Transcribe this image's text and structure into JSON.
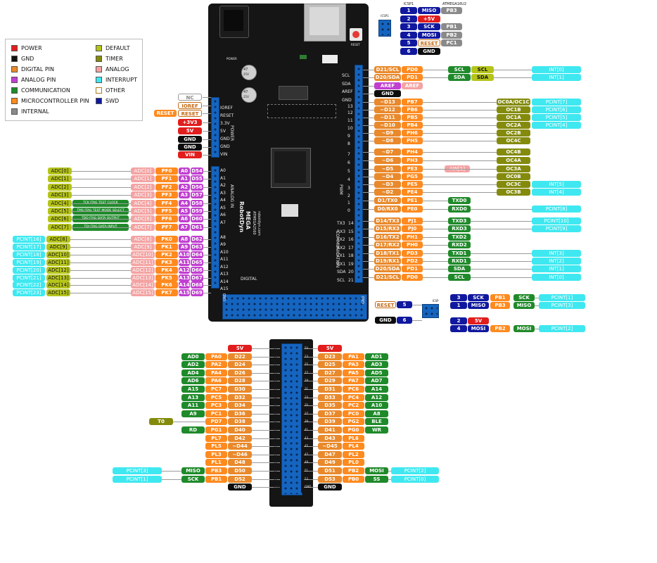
{
  "legend": [
    {
      "label": "POWER",
      "color": "#e11d1d",
      "col": 0,
      "row": 0
    },
    {
      "label": "DEFAULT",
      "color": "#b5c41b",
      "col": 1,
      "row": 0
    },
    {
      "label": "GND",
      "color": "#111111",
      "col": 0,
      "row": 1
    },
    {
      "label": "TIMER",
      "color": "#848b0c",
      "col": 1,
      "row": 1
    },
    {
      "label": "DIGITAL PIN",
      "color": "#e9892b",
      "col": 0,
      "row": 2
    },
    {
      "label": "ANALOG",
      "color": "#f4a3a3",
      "col": 1,
      "row": 2
    },
    {
      "label": "ANALOG PIN",
      "color": "#c03fd0",
      "col": 0,
      "row": 3
    },
    {
      "label": "INTERRUPT",
      "color": "#3fe8f0",
      "col": 1,
      "row": 3
    },
    {
      "label": "COMMUNICATION",
      "color": "#1f8a2a",
      "col": 0,
      "row": 4
    },
    {
      "label": "OTHER",
      "color": "#ffffff",
      "col": 1,
      "row": 4
    },
    {
      "label": "MICROCONTROLLER PIN",
      "color": "#ff8a1e",
      "col": 0,
      "row": 5
    },
    {
      "label": "SWD",
      "color": "#10189e",
      "col": 1,
      "row": 5
    },
    {
      "label": "INTERNAL",
      "color": "#8a8a8a",
      "col": 0,
      "row": 6
    }
  ],
  "board_labels": {
    "power": "POWER",
    "analog_in": "ANALOG IN",
    "pwm": "PWM",
    "communication": "COMMUNICATION",
    "digital": "DIGITAL",
    "brand": "RobotDyn",
    "model": "MEGA",
    "model2": "ATMEGA2560",
    "site": "robotdyn.com",
    "gnd1": "GND",
    "gnd2": "GND",
    "cap1": "47\n25V",
    "cap2": "47\n25V",
    "reset_lbl": "RESET",
    "icsp1": "ICSP1",
    "atmega16u2": "ATMEGA16U2",
    "icsp_small": "ICSP",
    "power_side": "POWER"
  },
  "board_pins_power": [
    "IOREF",
    "RESET",
    "3.3V",
    "5V",
    "GND",
    "GND",
    "VIN"
  ],
  "board_pins_analog": [
    "A0",
    "A1",
    "A2",
    "A3",
    "A4",
    "A5",
    "A6",
    "A7",
    "",
    "A8",
    "A9",
    "A10",
    "A11",
    "A12",
    "A13",
    "A14",
    "A15"
  ],
  "board_pins_right_top": [
    "SCL",
    "SDA",
    "AREF",
    "GND",
    "13",
    "12",
    "11",
    "10",
    "9",
    "8",
    "",
    "7",
    "6",
    "5",
    "4",
    "3",
    "2",
    "1",
    "0"
  ],
  "board_pins_right_comm": [
    "TX3",
    "RX3",
    "TX2",
    "RX2",
    "TX1",
    "RX1",
    "SDA",
    "SCL"
  ],
  "board_pins_right_comm_nums": [
    "14",
    "15",
    "16",
    "17",
    "18",
    "19",
    "20",
    "21"
  ],
  "icsp1_rows": [
    {
      "n": "1",
      "pin": "MISO",
      "port": "PB3"
    },
    {
      "n": "2",
      "pin": "+5V",
      "port": ""
    },
    {
      "n": "3",
      "pin": "SCK",
      "port": "PB1"
    },
    {
      "n": "4",
      "pin": "MOSI",
      "port": "PB2"
    },
    {
      "n": "5",
      "pin": "RESET",
      "port": "PC1"
    },
    {
      "n": "6",
      "pin": "GND",
      "port": ""
    }
  ],
  "left_power": [
    "NC",
    "IOREF",
    "RESET",
    "+3V3",
    "5V",
    "GND",
    "GND",
    "VIN"
  ],
  "left_reset_extra": "RESET",
  "left_analog": [
    {
      "adc": "ADC[0]",
      "adc2": "ADC[0]",
      "port": "PF0",
      "a": "A0",
      "d": "D54",
      "jtag": ""
    },
    {
      "adc": "ADC[1]",
      "adc2": "ADC[1]",
      "port": "PF1",
      "a": "A1",
      "d": "D55",
      "jtag": ""
    },
    {
      "adc": "ADC[2]",
      "adc2": "ADC[2]",
      "port": "PF2",
      "a": "A2",
      "d": "D56",
      "jtag": ""
    },
    {
      "adc": "ADC[3]",
      "adc2": "ADC[3]",
      "port": "PF3",
      "a": "A3",
      "d": "D57",
      "jtag": ""
    },
    {
      "adc": "ADC[4]",
      "adc2": "ADC[4]",
      "port": "PF4",
      "a": "A4",
      "d": "D58",
      "jtag": "TCK JTAG TEST CLOCK"
    },
    {
      "adc": "ADC[5]",
      "adc2": "ADC[5]",
      "port": "PF5",
      "a": "A5",
      "d": "D59",
      "jtag": "TMS JTAG TEST MODE SELECT"
    },
    {
      "adc": "ADC[6]",
      "adc2": "ADC[6]",
      "port": "PF6",
      "a": "A6",
      "d": "D60",
      "jtag": "TDO JTAG DATA OUTPUT"
    },
    {
      "adc": "ADC[7]",
      "adc2": "ADC[7]",
      "port": "PF7",
      "a": "A7",
      "d": "D61",
      "jtag": "TDI JTAG DATA INPUT"
    }
  ],
  "left_analog2": [
    {
      "pcint": "PCINT[16]",
      "adc": "ADC[8]",
      "adc2": "ADC[8]",
      "port": "PK0",
      "a": "A8",
      "d": "D62"
    },
    {
      "pcint": "PCINT[17]",
      "adc": "ADC[9]",
      "adc2": "ADC[9]",
      "port": "PK1",
      "a": "A9",
      "d": "D63"
    },
    {
      "pcint": "PCINT[18]",
      "adc": "ADC[10]",
      "adc2": "ADC[10]",
      "port": "PK2",
      "a": "A10",
      "d": "D64"
    },
    {
      "pcint": "PCINT[19]",
      "adc": "ADC[11]",
      "adc2": "ADC[11]",
      "port": "PK3",
      "a": "A11",
      "d": "D65"
    },
    {
      "pcint": "PCINT[20]",
      "adc": "ADC[12]",
      "adc2": "ADC[12]",
      "port": "PK4",
      "a": "A12",
      "d": "D66"
    },
    {
      "pcint": "PCINT[21]",
      "adc": "ADC[13]",
      "adc2": "ADC[13]",
      "port": "PK5",
      "a": "A13",
      "d": "D67"
    },
    {
      "pcint": "PCINT[22]",
      "adc": "ADC[14]",
      "adc2": "ADC[14]",
      "port": "PK6",
      "a": "A14",
      "d": "D68"
    },
    {
      "pcint": "PCINT[23]",
      "adc": "ADC[15]",
      "adc2": "ADC[15]",
      "port": "PK7",
      "a": "A15",
      "d": "D69"
    }
  ],
  "right_top": [
    {
      "d": "D21/SCL",
      "port": "PD0",
      "c1": "SCL",
      "c2": "SCL",
      "int": "INT[0]"
    },
    {
      "d": "D20/SDA",
      "port": "PD1",
      "c1": "SDA",
      "c2": "SDA",
      "int": "INT[1]"
    }
  ],
  "aref": [
    "AREF",
    "AREF"
  ],
  "gnd_right": "GND",
  "right_pwm": [
    {
      "d": "~D13",
      "port": "PB7",
      "timer": "OC0A/OC1C",
      "int": "PCINT[7]",
      "ain": ""
    },
    {
      "d": "~D12",
      "port": "PB6",
      "timer": "OC1B",
      "int": "PCINT[6]",
      "ain": ""
    },
    {
      "d": "~D11",
      "port": "PB5",
      "timer": "OC1A",
      "int": "PCINT[5]",
      "ain": ""
    },
    {
      "d": "~D10",
      "port": "PB4",
      "timer": "OC2A",
      "int": "PCINT[4]",
      "ain": ""
    },
    {
      "d": "~D9",
      "port": "PH6",
      "timer": "OC2B",
      "int": "",
      "ain": ""
    },
    {
      "d": "~D8",
      "port": "PH5",
      "timer": "OC4C",
      "int": "",
      "ain": ""
    },
    {
      "d": "~D7",
      "port": "PH4",
      "timer": "OC4B",
      "int": "",
      "ain": ""
    },
    {
      "d": "~D6",
      "port": "PH3",
      "timer": "OC4A",
      "int": "",
      "ain": ""
    },
    {
      "d": "~D5",
      "port": "PE3",
      "timer": "OC3A",
      "int": "",
      "ain": "AIN[1]"
    },
    {
      "d": "~D4",
      "port": "PG5",
      "timer": "OC0B",
      "int": "",
      "ain": ""
    },
    {
      "d": "~D3",
      "port": "PE5",
      "timer": "OC3C",
      "int": "INT[5]",
      "ain": ""
    },
    {
      "d": "~D2",
      "port": "PE4",
      "timer": "OC3B",
      "int": "INT[4]",
      "ain": ""
    }
  ],
  "right_serial0": [
    {
      "d": "D1/TX0",
      "port": "PE1",
      "c": "TXD0",
      "int": ""
    },
    {
      "d": "D0/RX0",
      "port": "PE0",
      "c": "RXD0",
      "int": "PCINT[8]"
    }
  ],
  "right_comm": [
    {
      "d": "D14/TX3",
      "port": "PJ1",
      "c": "TXD3",
      "int": "PCINT[10]"
    },
    {
      "d": "D15/RX3",
      "port": "PJ0",
      "c": "RXD3",
      "int": "PCINT[9]"
    },
    {
      "d": "D16/TX2",
      "port": "PH1",
      "c": "TXD2",
      "int": ""
    },
    {
      "d": "D17/RX2",
      "port": "PH0",
      "c": "RXD2",
      "int": ""
    },
    {
      "d": "D18/TX1",
      "port": "PD3",
      "c": "TXD1",
      "int": "INT[3]"
    },
    {
      "d": "D19/RX1",
      "port": "PD2",
      "c": "RXD1",
      "int": "INT[2]"
    },
    {
      "d": "D20/SDA",
      "port": "PD1",
      "c": "SDA",
      "int": "INT[1]"
    },
    {
      "d": "D21/SCL",
      "port": "PD0",
      "c": "SCL",
      "int": "INT[0]"
    }
  ],
  "icsp_right": [
    {
      "n": "3",
      "pin": "SCK",
      "port": "PB1",
      "c": "SCK",
      "int": "PCINT[1]"
    },
    {
      "n": "1",
      "pin": "MISO",
      "port": "PB3",
      "c": "MISO",
      "int": "PCINT[3]"
    },
    {
      "n": "2",
      "pin": "5V",
      "port": "",
      "c": "",
      "int": ""
    },
    {
      "n": "4",
      "pin": "MOSI",
      "port": "PB2",
      "c": "MOSI",
      "int": "PCINT[2]"
    }
  ],
  "icsp_left": [
    {
      "name": "RESET",
      "n": "5"
    },
    {
      "name": "GND",
      "n": "6"
    }
  ],
  "bottom_left": [
    {
      "pre": "",
      "c": "",
      "a": "",
      "port": "",
      "d": "5V"
    },
    {
      "pre": "",
      "c": "",
      "a": "AD0",
      "port": "PA0",
      "d": "D22"
    },
    {
      "pre": "",
      "c": "",
      "a": "AD2",
      "port": "PA2",
      "d": "D24"
    },
    {
      "pre": "",
      "c": "",
      "a": "AD4",
      "port": "PA4",
      "d": "D26"
    },
    {
      "pre": "",
      "c": "",
      "a": "AD6",
      "port": "PA6",
      "d": "D28"
    },
    {
      "pre": "",
      "c": "",
      "a": "A15",
      "port": "PC7",
      "d": "D30"
    },
    {
      "pre": "",
      "c": "",
      "a": "A13",
      "port": "PC5",
      "d": "D32"
    },
    {
      "pre": "",
      "c": "",
      "a": "A11",
      "port": "PC3",
      "d": "D34"
    },
    {
      "pre": "",
      "c": "",
      "a": "A9",
      "port": "PC1",
      "d": "D36"
    },
    {
      "pre": "T0",
      "c": "",
      "a": "",
      "port": "PD7",
      "d": "D38"
    },
    {
      "pre": "",
      "c": "",
      "a": "RD",
      "port": "PG1",
      "d": "D40"
    },
    {
      "pre": "",
      "c": "",
      "a": "",
      "port": "PL7",
      "d": "D42"
    },
    {
      "pre": "",
      "c": "",
      "a": "",
      "port": "PL5",
      "d": "~D44"
    },
    {
      "pre": "",
      "c": "",
      "a": "",
      "port": "PL3",
      "d": "~D46"
    },
    {
      "pre": "",
      "c": "",
      "a": "",
      "port": "PL1",
      "d": "D48"
    },
    {
      "pre": "PCINT[3]",
      "c": "",
      "a": "MISO",
      "port": "PB3",
      "d": "D50"
    },
    {
      "pre": "PCINT[1]",
      "c": "",
      "a": "SCK",
      "port": "PB1",
      "d": "D52"
    },
    {
      "pre": "",
      "c": "",
      "a": "",
      "port": "",
      "d": "GND"
    }
  ],
  "bottom_right": [
    {
      "d": "5V",
      "port": "",
      "a": "",
      "post": ""
    },
    {
      "d": "D23",
      "port": "PA1",
      "a": "AD1",
      "post": ""
    },
    {
      "d": "D25",
      "port": "PA3",
      "a": "AD3",
      "post": ""
    },
    {
      "d": "D27",
      "port": "PA5",
      "a": "AD5",
      "post": ""
    },
    {
      "d": "D29",
      "port": "PA7",
      "a": "AD7",
      "post": ""
    },
    {
      "d": "D31",
      "port": "PC6",
      "a": "A14",
      "post": ""
    },
    {
      "d": "D33",
      "port": "PC4",
      "a": "A12",
      "post": ""
    },
    {
      "d": "D35",
      "port": "PC2",
      "a": "A10",
      "post": ""
    },
    {
      "d": "D37",
      "port": "PC0",
      "a": "A8",
      "post": ""
    },
    {
      "d": "D39",
      "port": "PG2",
      "a": "BLE",
      "post": ""
    },
    {
      "d": "D41",
      "port": "PG0",
      "a": "WR",
      "post": ""
    },
    {
      "d": "D43",
      "port": "PL6",
      "a": "",
      "post": ""
    },
    {
      "d": "~D45",
      "port": "PL4",
      "a": "",
      "post": ""
    },
    {
      "d": "D47",
      "port": "PL2",
      "a": "",
      "post": ""
    },
    {
      "d": "D49",
      "port": "PL0",
      "a": "",
      "post": ""
    },
    {
      "d": "D51",
      "port": "PB2",
      "a": "MOSI",
      "post": "PCINT[2]"
    },
    {
      "d": "D53",
      "port": "PB0",
      "a": "SS",
      "post": "PCINT[0]"
    },
    {
      "d": "GND",
      "port": "",
      "a": "",
      "post": ""
    }
  ],
  "bottom_header_nums_left": [
    "5V",
    "22",
    "24",
    "26",
    "28",
    "30",
    "32",
    "34",
    "36",
    "38",
    "40",
    "42",
    "44",
    "46",
    "48",
    "50",
    "52",
    "GND"
  ],
  "bottom_header_nums_right": [
    "5V",
    "23",
    "25",
    "27",
    "29",
    "31",
    "33",
    "35",
    "37",
    "39",
    "41",
    "43",
    "45",
    "47",
    "49",
    "51",
    "53",
    "GND"
  ],
  "colors": {
    "power": "#e11d1d",
    "gnd": "#0d0d0d",
    "digital": "#e9892b",
    "analogpin": "#c03fd0",
    "comm": "#1f8a2a",
    "micro": "#ff8a1e",
    "internal": "#8a8a8a",
    "default": "#b5c41b",
    "timer": "#848b0c",
    "analog": "#f4a3a3",
    "interrupt": "#3fe8f0",
    "swd": "#10189e",
    "other": "#ffffff"
  }
}
